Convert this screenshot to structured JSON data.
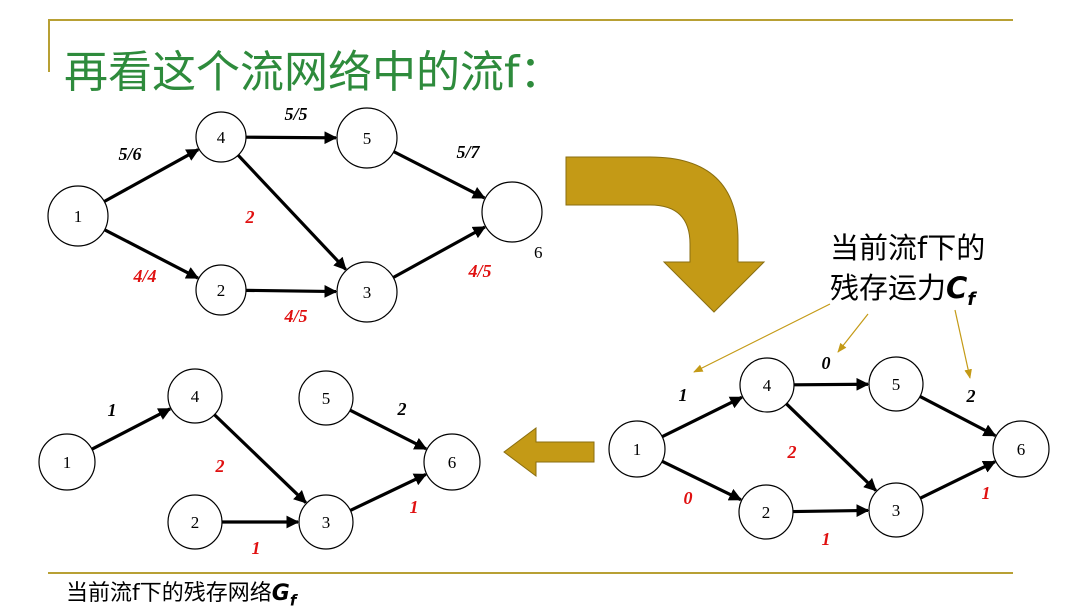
{
  "title": "再看这个流网络中的流f：",
  "residual_caption": {
    "line1": "当前流f下的",
    "line2_text": "残存运力",
    "line2_var": "C",
    "line2_sub": "f"
  },
  "bottom_caption": {
    "text": "当前流f下的残存网络",
    "var": "G",
    "sub": "f"
  },
  "colors": {
    "title": "#2e8b3c",
    "rule": "#b8a034",
    "big_arrow": "#c49a16",
    "flow_label": "#000000",
    "residual_label": "#e01010"
  },
  "flow_network": {
    "nodes": [
      "1",
      "4",
      "5",
      "6",
      "2",
      "3"
    ],
    "edges": [
      {
        "from": "1",
        "to": "4",
        "label": "5/6"
      },
      {
        "from": "4",
        "to": "5",
        "label": "5/5"
      },
      {
        "from": "5",
        "to": "6",
        "label": "5/7"
      },
      {
        "from": "1",
        "to": "2",
        "label": "4/4"
      },
      {
        "from": "2",
        "to": "3",
        "label": "4/5"
      },
      {
        "from": "3",
        "to": "6",
        "label": "4/5"
      },
      {
        "from": "4",
        "to": "3",
        "label": "2"
      }
    ]
  },
  "capacity_network": {
    "nodes": [
      "1",
      "4",
      "5",
      "6",
      "2",
      "3"
    ],
    "edges": [
      {
        "from": "1",
        "to": "4",
        "label": "1"
      },
      {
        "from": "4",
        "to": "5",
        "label": "0"
      },
      {
        "from": "5",
        "to": "6",
        "label": "2"
      },
      {
        "from": "1",
        "to": "2",
        "label": "0"
      },
      {
        "from": "2",
        "to": "3",
        "label": "1"
      },
      {
        "from": "3",
        "to": "6",
        "label": "1"
      },
      {
        "from": "4",
        "to": "3",
        "label": "2"
      }
    ]
  },
  "residual_network": {
    "nodes": [
      "1",
      "4",
      "5",
      "6",
      "2",
      "3"
    ],
    "edges": [
      {
        "from": "1",
        "to": "4",
        "label": "1"
      },
      {
        "from": "5",
        "to": "6",
        "label": "2"
      },
      {
        "from": "4",
        "to": "3",
        "label": "2"
      },
      {
        "from": "2",
        "to": "3",
        "label": "1"
      },
      {
        "from": "3",
        "to": "6",
        "label": "1"
      }
    ]
  }
}
